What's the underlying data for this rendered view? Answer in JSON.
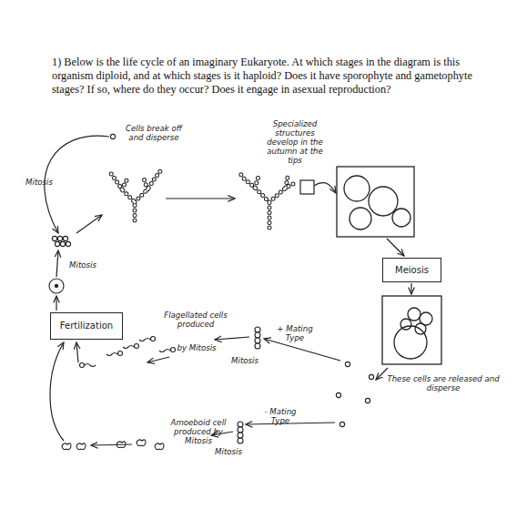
{
  "diagram": {
    "title": "1) Below is the life cycle of an imaginary Eukaryote. At which stages in the diagram is this organism diploid, and at which stages is it haploid? Does it have sporophyte and gametophyte stages? If so, where do they occur? Does it engage in asexual reproduction?",
    "nodes": [
      {
        "text": [
          "Meiosis"
        ]
      },
      {
        "text": [
          "Fertilization"
        ]
      }
    ],
    "labels": [
      "Cells break off and disperse",
      "Specialized structures develop in the autumn at the tips",
      "Mitosis",
      "Mitosis",
      "Flagellated cells produced",
      "by Mitosis",
      "+ Mating Type",
      "Mitosis",
      "These cells are released and disperse",
      "Amoeboid cell produced by Mitosis",
      "- Mating Type",
      "Mitosis"
    ]
  }
}
